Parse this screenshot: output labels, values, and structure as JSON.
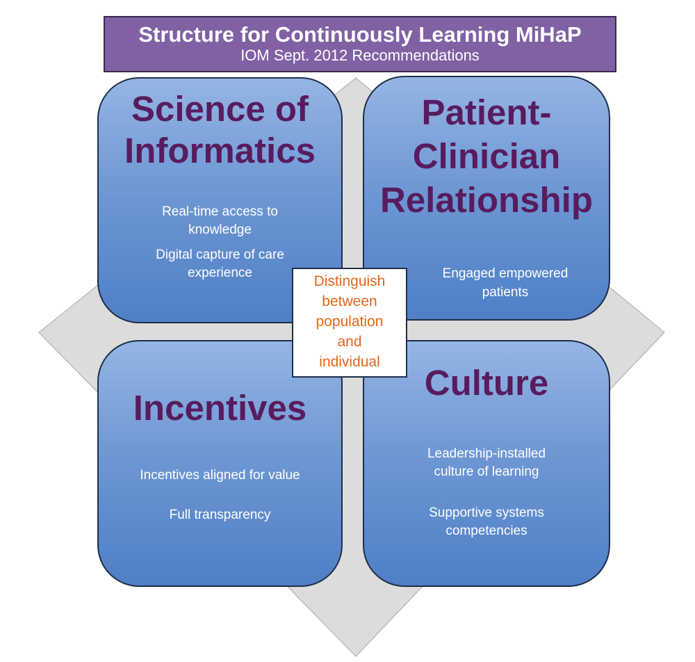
{
  "header": {
    "title": "Structure for Continuously Learning MiHaP",
    "subtitle": "IOM Sept. 2012 Recommendations"
  },
  "quadrants": {
    "top_left": {
      "title_lines": [
        "Science of",
        "Informatics"
      ],
      "items": [
        "Real-time access to",
        "knowledge",
        "Digital capture of care",
        "experience"
      ]
    },
    "top_right": {
      "title_lines": [
        "Patient-",
        "Clinician",
        "Relationship"
      ],
      "items": [
        "Engaged empowered",
        "patients"
      ]
    },
    "bottom_left": {
      "title_lines": [
        "Incentives"
      ],
      "items": [
        "Incentives aligned for value",
        "Full transparency"
      ]
    },
    "bottom_right": {
      "title_lines": [
        "Culture"
      ],
      "items": [
        "Leadership-installed",
        "culture of learning",
        "Supportive systems",
        "competencies"
      ]
    }
  },
  "center": {
    "lines": [
      "Distinguish",
      "between",
      "population",
      "and",
      "individual"
    ]
  },
  "colors": {
    "header_bg": "#8061a3",
    "quadrant_title": "#581c5e",
    "quadrant_fill": "#6f98d4",
    "center_text": "#e8651a",
    "diamond": "#dcdcdc"
  }
}
